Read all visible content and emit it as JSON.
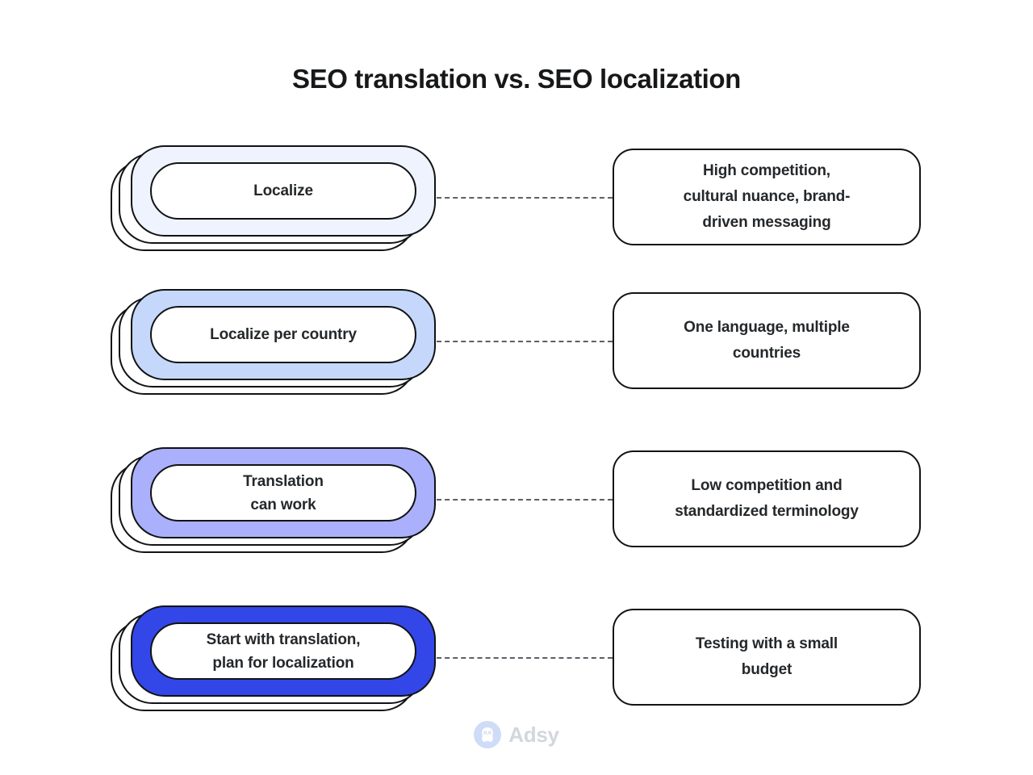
{
  "page": {
    "title": "SEO translation vs. SEO localization",
    "background_color": "#ffffff",
    "text_color": "#25282b"
  },
  "rows": [
    {
      "left_label": "Localize",
      "right_label": "High competition,\ncultural nuance, brand-\ndriven messaging",
      "fill_color": "#eef3fe",
      "border_color": "#111314"
    },
    {
      "left_label": "Localize per country",
      "right_label": "One language, multiple\ncountries",
      "fill_color": "#c5d8fb",
      "border_color": "#111314"
    },
    {
      "left_label": "Translation\ncan work",
      "right_label": "Low competition and\nstandardized terminology",
      "fill_color": "#aab0fb",
      "border_color": "#111314"
    },
    {
      "left_label": "Start with translation,\nplan for localization",
      "right_label": "Testing with a small\nbudget",
      "fill_color": "#3347e8",
      "border_color": "#111314"
    }
  ],
  "connector": {
    "style": "dashed",
    "color": "#5b5f66"
  },
  "footer": {
    "brand": "Adsy",
    "mark_icon": "owl-icon",
    "mark_color": "#cfdcf7",
    "text_color": "#d3d6db"
  }
}
